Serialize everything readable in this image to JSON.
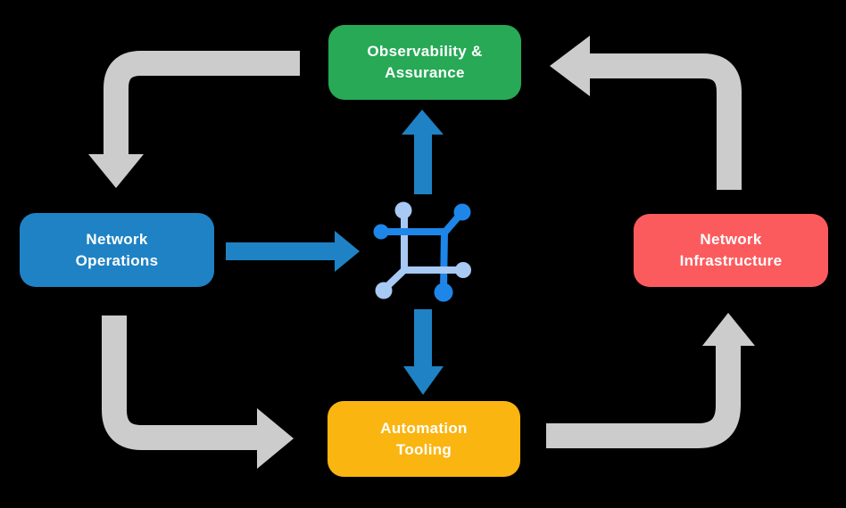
{
  "title": "Network automation cycle diagram",
  "colors": {
    "background": "#000000",
    "green": "#27a956",
    "blue": "#1f82c4",
    "red": "#fc5b5e",
    "yellow": "#fab511",
    "arrow_gray": "#cccccc",
    "arrow_blue": "#1f82c4",
    "icon_blue_dark": "#1e86e8",
    "icon_blue_light": "#a7c9f4",
    "text": "#ffffff"
  },
  "nodes": [
    {
      "id": "observability-assurance",
      "label": "Observability &\nAssurance",
      "color": "#27a956",
      "position": "top"
    },
    {
      "id": "network-operations",
      "label": "Network\nOperations",
      "color": "#1f82c4",
      "position": "left"
    },
    {
      "id": "network-infrastructure",
      "label": "Network\nInfrastructure",
      "color": "#fc5b5e",
      "position": "right"
    },
    {
      "id": "automation-tooling",
      "label": "Automation\nTooling",
      "color": "#fab511",
      "position": "bottom"
    }
  ],
  "center_icon": {
    "name": "network-automation-icon",
    "description": "square circuit glyph with six circle nodes in dark and light blue"
  },
  "arrows": {
    "gray_cycle": [
      {
        "from": "observability-assurance",
        "to": "network-operations",
        "head_direction": "down"
      },
      {
        "from": "network-operations",
        "to": "automation-tooling",
        "head_direction": "right"
      },
      {
        "from": "automation-tooling",
        "to": "network-infrastructure",
        "head_direction": "up"
      },
      {
        "from": "network-infrastructure",
        "to": "observability-assurance",
        "head_direction": "left"
      }
    ],
    "blue": [
      {
        "from": "network-operations",
        "to": "center-icon",
        "head_direction": "right"
      },
      {
        "from": "center-icon",
        "to": "observability-assurance",
        "head_direction": "up"
      },
      {
        "from": "center-icon",
        "to": "automation-tooling",
        "head_direction": "down"
      }
    ]
  }
}
